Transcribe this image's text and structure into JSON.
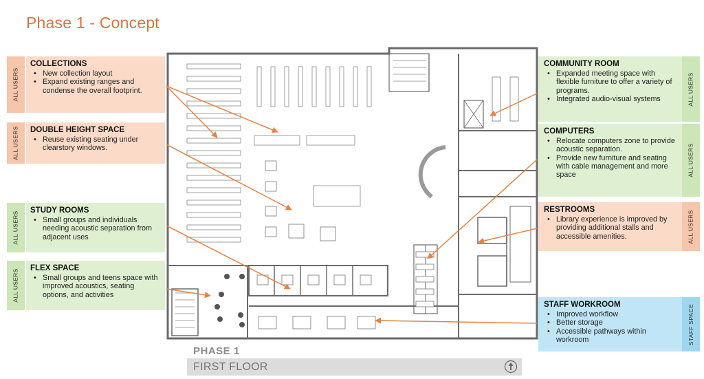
{
  "title": "Phase 1 - Concept",
  "panels_left": [
    {
      "heading": "COLLECTIONS",
      "tab": "ALL USERS",
      "bullets": [
        "New collection layout",
        "Expand existing ranges and condense the overall footprint."
      ]
    },
    {
      "heading": "DOUBLE HEIGHT SPACE",
      "tab": "ALL USERS",
      "bullets": [
        "Reuse existing seating under clearstory windows."
      ]
    },
    {
      "heading": "STUDY ROOMS",
      "tab": "ALL USERS",
      "bullets": [
        "Small groups and individuals needing acoustic separation from adjacent uses"
      ]
    },
    {
      "heading": "FLEX SPACE",
      "tab": "ALL USERS",
      "bullets": [
        "Small groups and teens space with improved acoustics, seating options, and activities"
      ]
    }
  ],
  "panels_right": [
    {
      "heading": "COMMUNITY ROOM",
      "tab": "ALL USERS",
      "bullets": [
        "Expanded meeting space with flexible furniture to offer a variety of programs.",
        "Integrated audio-visual systems"
      ]
    },
    {
      "heading": "COMPUTERS",
      "tab": "ALL USERS",
      "bullets": [
        "Relocate computers zone to provide acoustic separation.",
        "Provide new furniture and seating with cable management and more space"
      ]
    },
    {
      "heading": "RESTROOMS",
      "tab": "ALL USERS",
      "bullets": [
        "Library experience is improved by providing additional stalls and accessible amenities."
      ]
    },
    {
      "heading": "STAFF WORKROOM",
      "tab": "STAFF SPACE",
      "bullets": [
        "Improved workflow",
        "Better storage",
        "Accessible pathways within workroom"
      ]
    }
  ],
  "footer": {
    "phase": "PHASE 1",
    "floor": "FIRST FLOOR"
  },
  "colors": {
    "accent": "#d9743a",
    "orange_panel": "#fbdac8",
    "green_panel": "#dff0d2",
    "blue_panel": "#bfe5f6",
    "arrow": "#e8823f",
    "wall": "#6a6a6a"
  },
  "icons": {
    "north_arrow": "north-arrow-icon"
  }
}
